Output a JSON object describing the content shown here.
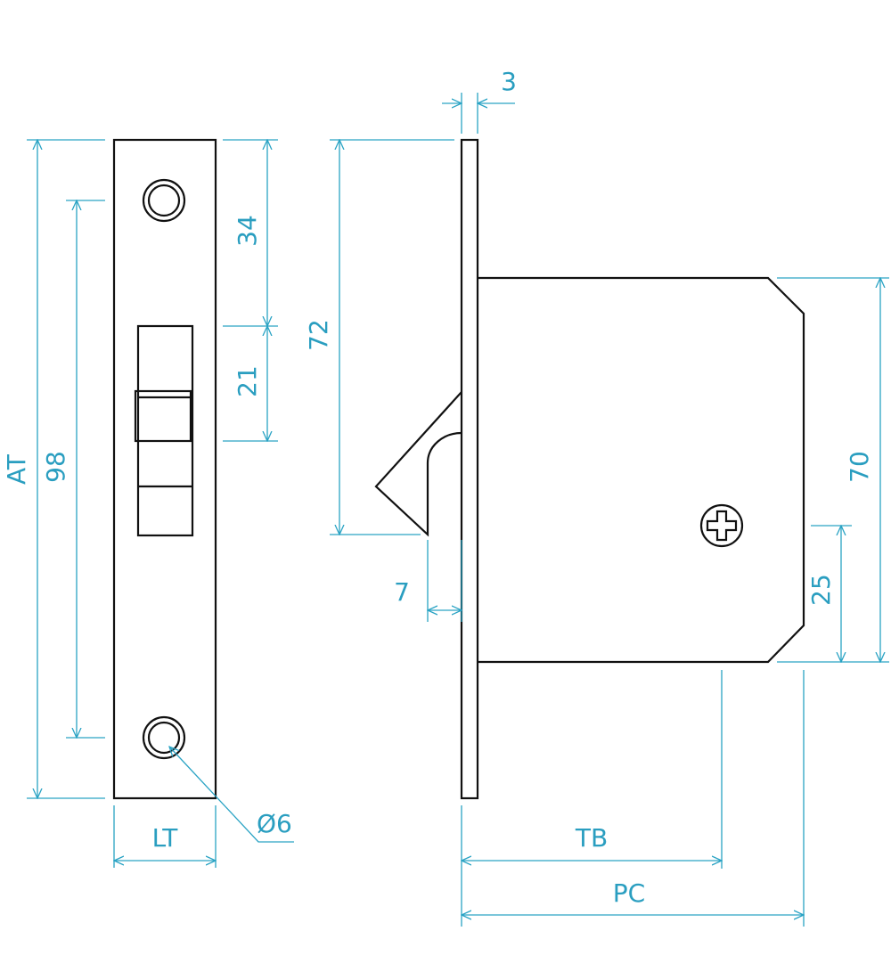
{
  "colors": {
    "outline": "#111111",
    "dimension": "#2aa3c4",
    "dimension_text": "#2a9ec0",
    "background": "#ffffff"
  },
  "front_view": {
    "labels": {
      "overall_height": "AT",
      "screw_spacing": "98",
      "top_to_slot": "34",
      "slot_height": "21",
      "hole_diameter": "Ø6",
      "faceplate_width": "LT"
    }
  },
  "side_view": {
    "labels": {
      "faceplate_thickness": "3",
      "hook_drop": "72",
      "hook_offset": "7",
      "case_height": "70",
      "screw_height": "25",
      "backset": "TB",
      "case_depth": "PC"
    }
  }
}
